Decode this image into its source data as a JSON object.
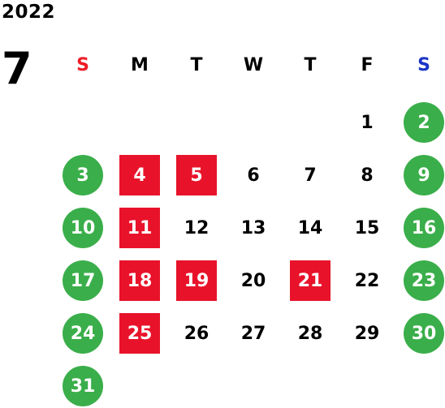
{
  "year": "2022",
  "month": "7",
  "colors": {
    "sunday": "#ee1c25",
    "saturday": "#1b35c8",
    "holiday": "#e8132a",
    "weekend": "#3aae4a",
    "text": "#000000"
  },
  "weekdays": [
    "S",
    "M",
    "T",
    "W",
    "T",
    "F",
    "S"
  ],
  "weeks": [
    [
      null,
      null,
      null,
      null,
      null,
      {
        "day": "1",
        "type": "normal"
      },
      {
        "day": "2",
        "type": "weekend"
      }
    ],
    [
      {
        "day": "3",
        "type": "weekend"
      },
      {
        "day": "4",
        "type": "holiday"
      },
      {
        "day": "5",
        "type": "holiday"
      },
      {
        "day": "6",
        "type": "normal"
      },
      {
        "day": "7",
        "type": "normal"
      },
      {
        "day": "8",
        "type": "normal"
      },
      {
        "day": "9",
        "type": "weekend"
      }
    ],
    [
      {
        "day": "10",
        "type": "weekend"
      },
      {
        "day": "11",
        "type": "holiday"
      },
      {
        "day": "12",
        "type": "normal"
      },
      {
        "day": "13",
        "type": "normal"
      },
      {
        "day": "14",
        "type": "normal"
      },
      {
        "day": "15",
        "type": "normal"
      },
      {
        "day": "16",
        "type": "weekend"
      }
    ],
    [
      {
        "day": "17",
        "type": "weekend"
      },
      {
        "day": "18",
        "type": "holiday"
      },
      {
        "day": "19",
        "type": "holiday"
      },
      {
        "day": "20",
        "type": "normal"
      },
      {
        "day": "21",
        "type": "holiday"
      },
      {
        "day": "22",
        "type": "normal"
      },
      {
        "day": "23",
        "type": "weekend"
      }
    ],
    [
      {
        "day": "24",
        "type": "weekend"
      },
      {
        "day": "25",
        "type": "holiday"
      },
      {
        "day": "26",
        "type": "normal"
      },
      {
        "day": "27",
        "type": "normal"
      },
      {
        "day": "28",
        "type": "normal"
      },
      {
        "day": "29",
        "type": "normal"
      },
      {
        "day": "30",
        "type": "weekend"
      }
    ],
    [
      {
        "day": "31",
        "type": "weekend"
      },
      null,
      null,
      null,
      null,
      null,
      null
    ]
  ]
}
